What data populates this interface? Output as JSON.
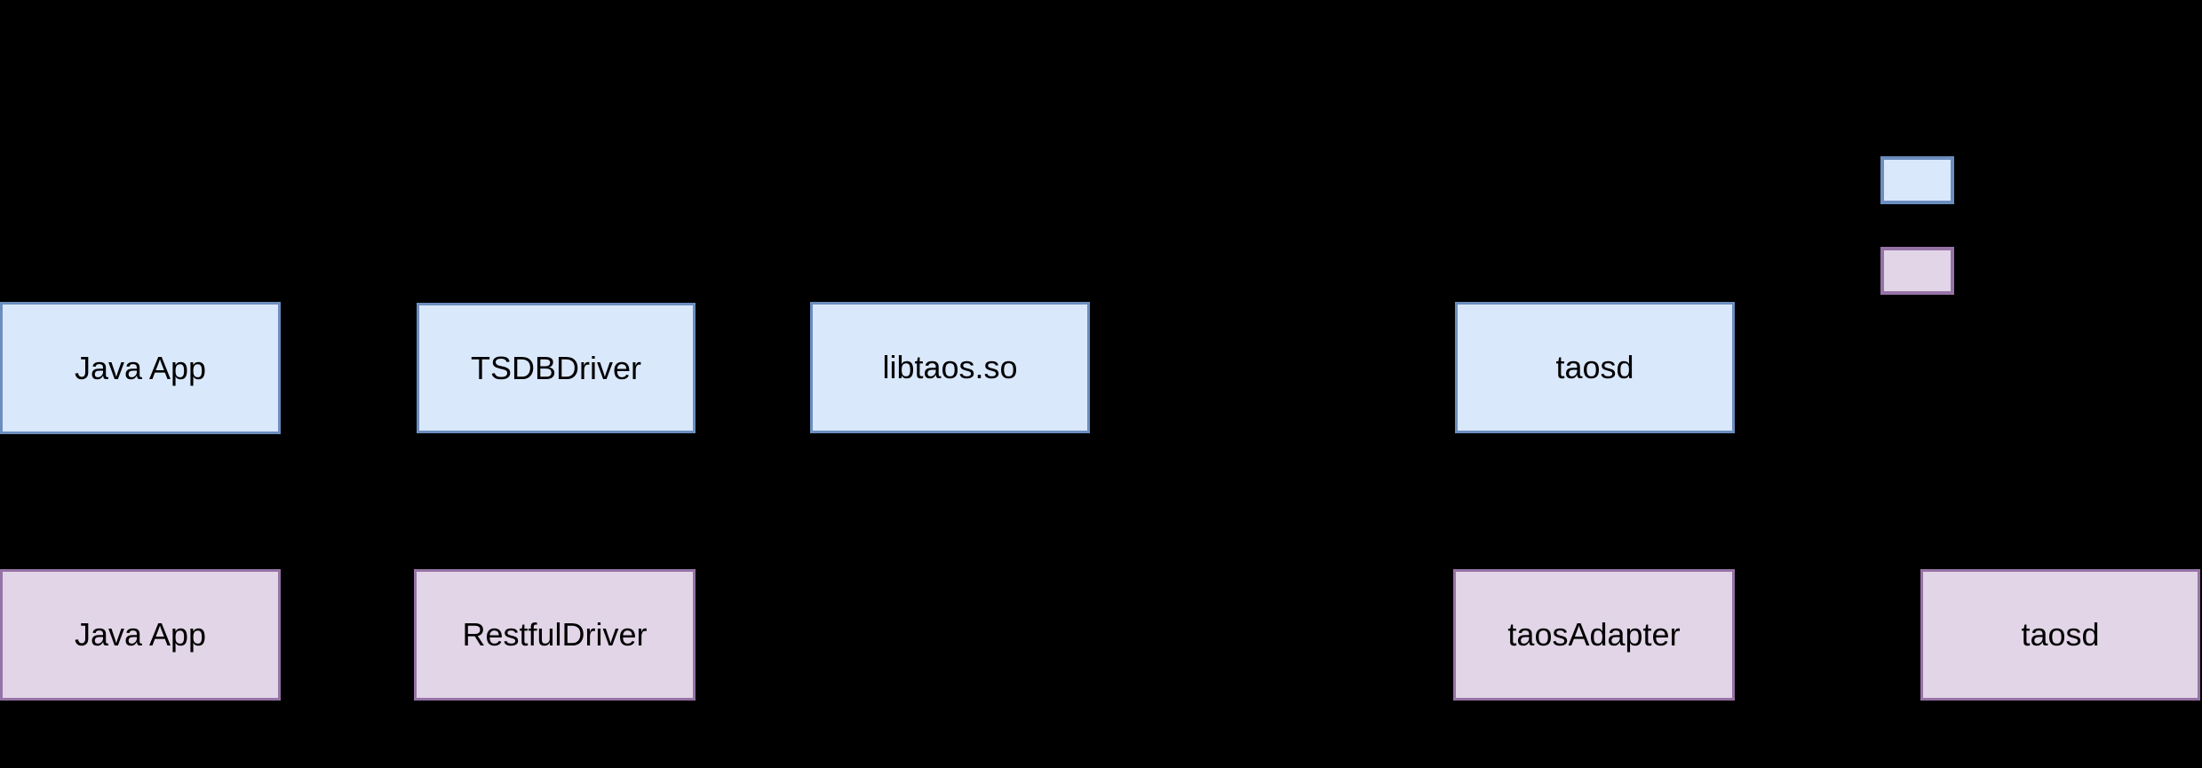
{
  "diagram": {
    "background": "#000000",
    "nodes": {
      "java_app_jni": {
        "label": "Java App"
      },
      "tsdb_driver": {
        "label": "TSDBDriver"
      },
      "libtaos": {
        "label": "libtaos.so"
      },
      "taosd_jni": {
        "label": "taosd"
      },
      "java_app_rest": {
        "label": "Java App"
      },
      "restful_driver": {
        "label": "RestfulDriver"
      },
      "taos_adapter": {
        "label": "taosAdapter"
      },
      "taosd_rest": {
        "label": "taosd"
      }
    },
    "colors": {
      "jni_fill": "#dae8fc",
      "jni_border": "#6c8ebf",
      "restful_fill": "#e1d5e7",
      "restful_border": "#9673a6",
      "label_color": "#000000",
      "connector_color": "#000000"
    },
    "legend": {
      "swatches": [
        {
          "name": "jni-variant-swatch",
          "fill": "#dae8fc",
          "border": "#6c8ebf"
        },
        {
          "name": "restful-variant-swatch",
          "fill": "#e1d5e7",
          "border": "#9673a6"
        }
      ]
    }
  }
}
